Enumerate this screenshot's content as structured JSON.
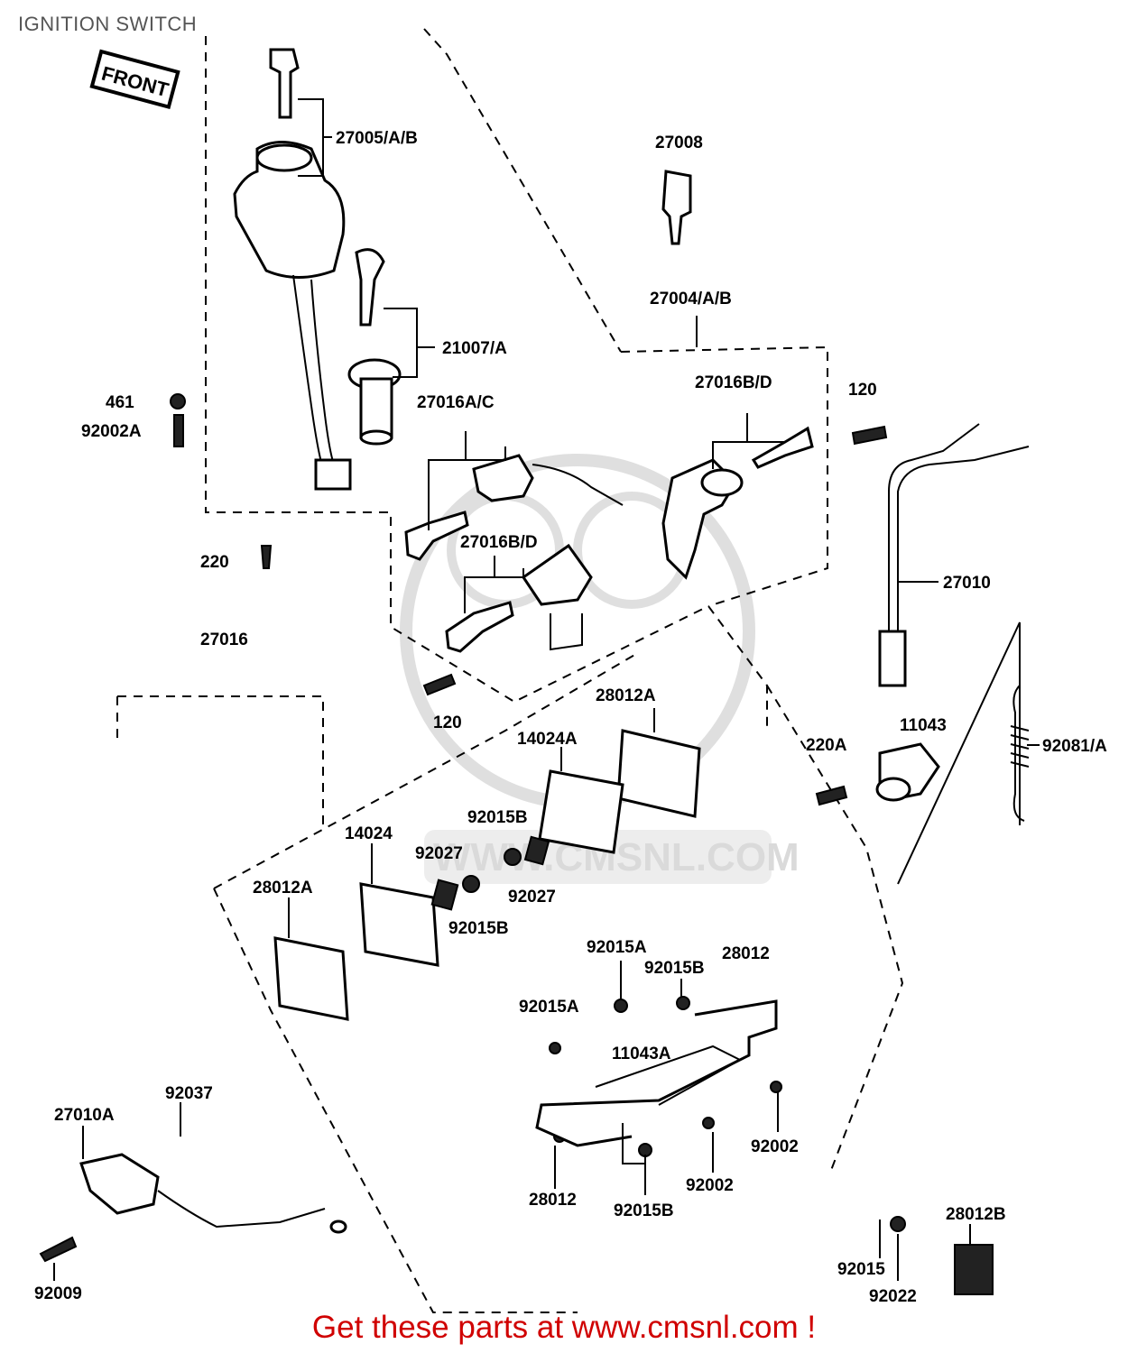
{
  "title": "IGNITION SWITCH",
  "front_badge": "FRONT",
  "watermark": "WWW.CMSNL.COM",
  "promo": "Get these parts at www.cmsnl.com !",
  "promo_color": "#d00000",
  "labels": [
    "27005/A/B",
    "27008",
    "27004/A/B",
    "21007/A",
    "461",
    "92002A",
    "27016A/C",
    "27016B/D",
    "120",
    "27016B/D",
    "220",
    "27010",
    "27016",
    "120",
    "28012A",
    "14024A",
    "11043",
    "220A",
    "92081/A",
    "92015B",
    "14024",
    "92027",
    "28012A",
    "92027",
    "92015B",
    "92015A",
    "28012",
    "92015B",
    "92015A",
    "11043A",
    "92037",
    "27010A",
    "92002",
    "92002",
    "28012",
    "92015B",
    "28012B",
    "92015",
    "92022",
    "92009"
  ]
}
